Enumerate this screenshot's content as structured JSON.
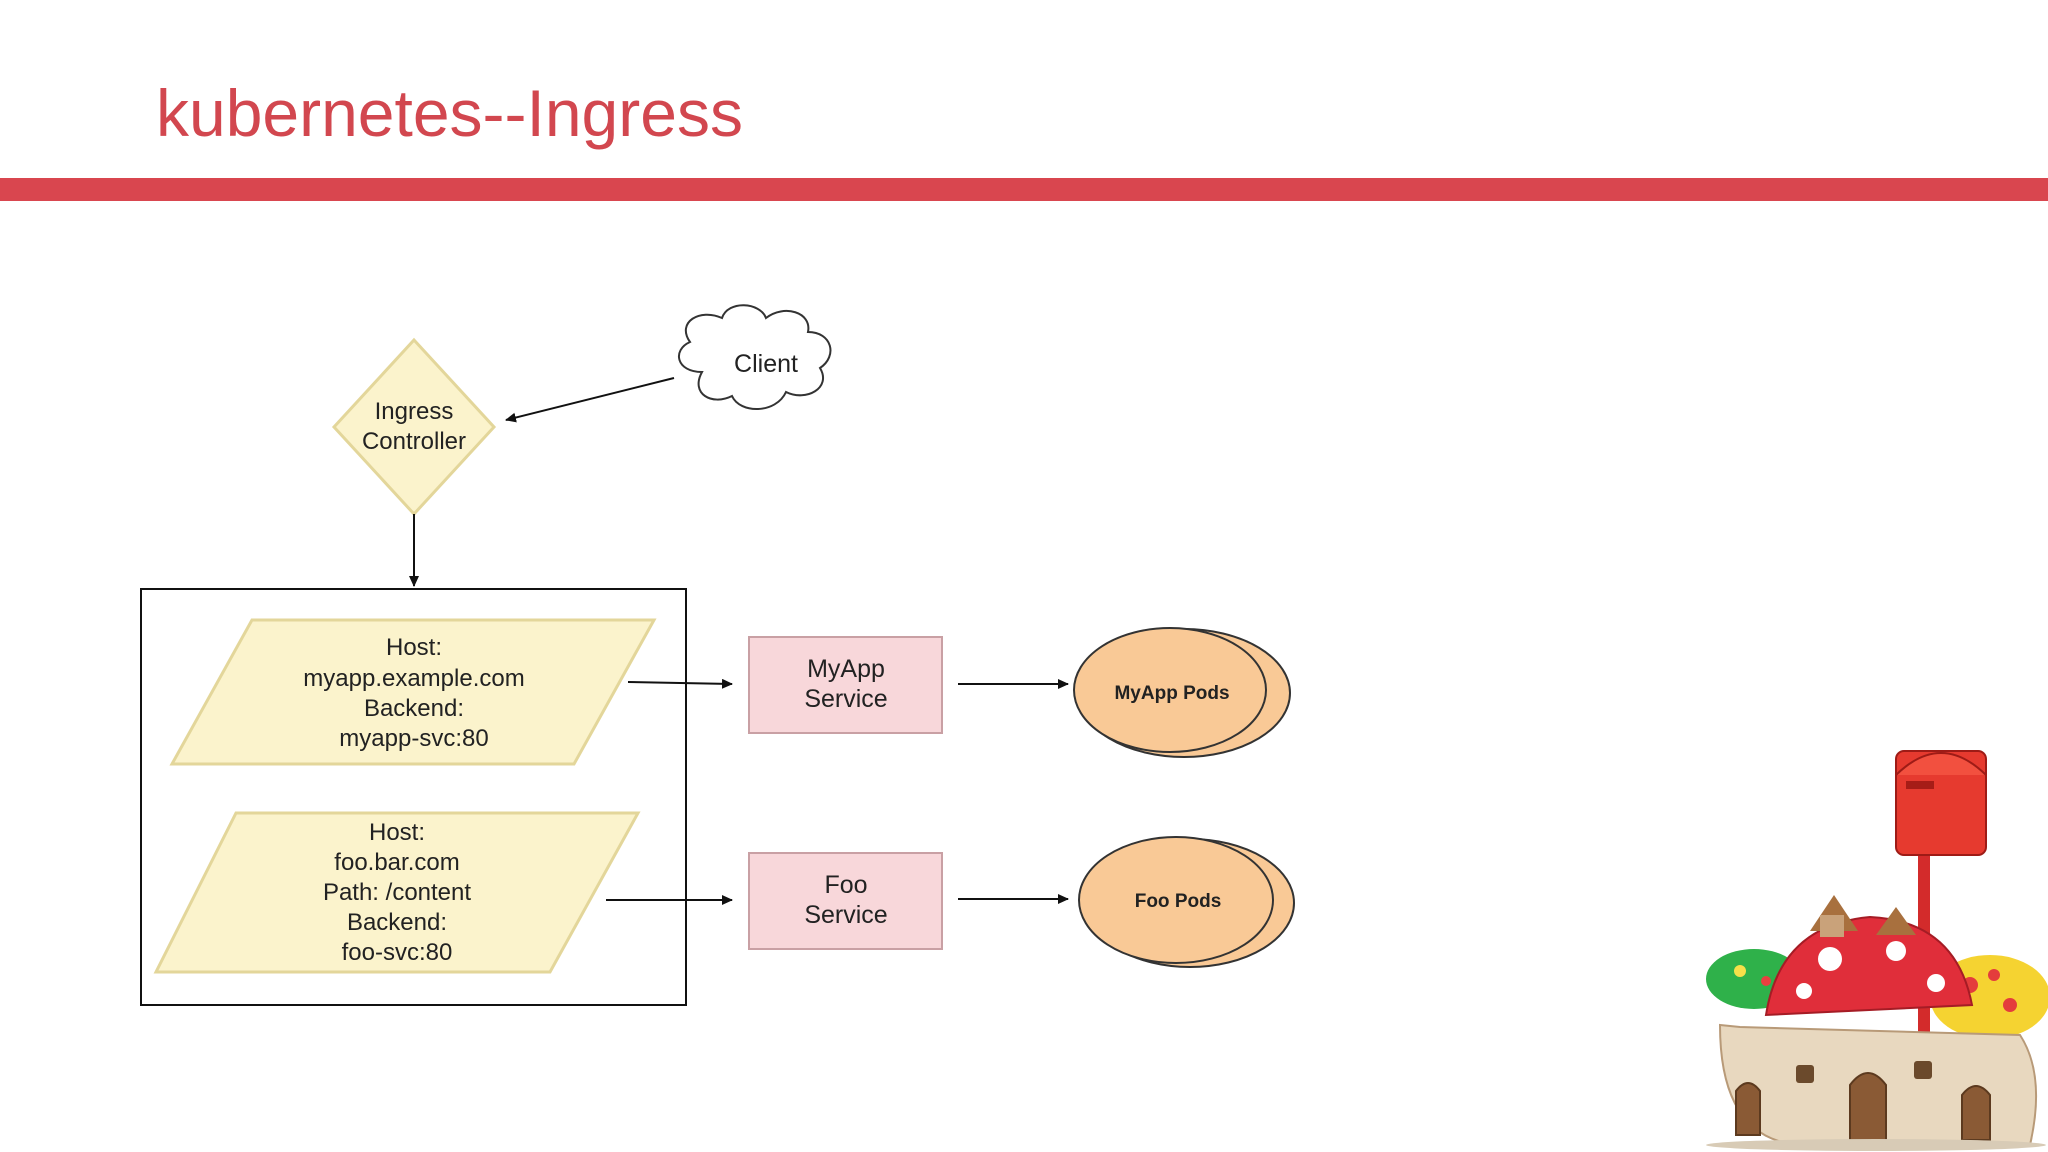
{
  "slide": {
    "title": "kubernetes--Ingress",
    "accent_color": "#d9464f"
  },
  "diagram": {
    "client": {
      "label": "Client"
    },
    "ingress_controller": {
      "line1": "Ingress",
      "line2": "Controller"
    },
    "rules": [
      {
        "lines": [
          "Host:",
          "myapp.example.com",
          "Backend:",
          "myapp-svc:80"
        ]
      },
      {
        "lines": [
          "Host:",
          "foo.bar.com",
          "Path: /content",
          "Backend:",
          "foo-svc:80"
        ]
      }
    ],
    "services": [
      {
        "line1": "MyApp",
        "line2": "Service"
      },
      {
        "line1": "Foo",
        "line2": "Service"
      }
    ],
    "pods": [
      {
        "label": "MyApp Pods"
      },
      {
        "label": "Foo Pods"
      }
    ],
    "colors": {
      "rule_fill": "#fbf3cc",
      "rule_stroke": "#e3d69a",
      "service_fill": "#f8d7da",
      "service_stroke": "#c9a0a4",
      "pod_fill": "#f9c996",
      "pod_stroke": "#333333"
    }
  },
  "decoration": {
    "illustration": "mushroom-houses-mailbox"
  }
}
